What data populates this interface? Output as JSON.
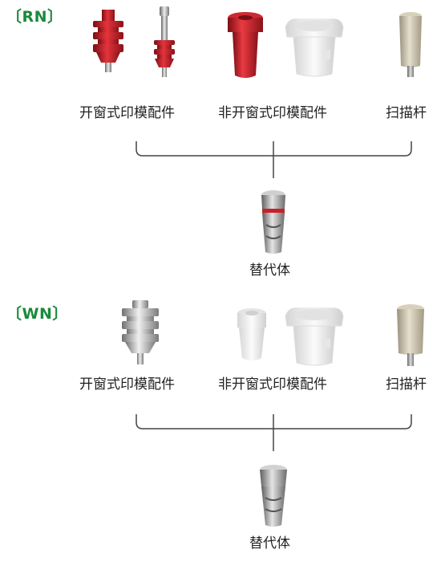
{
  "sections": [
    {
      "id": "rn",
      "label": "〔RN〕",
      "captions": {
        "open_tray": "开窗式印模配件",
        "closed_tray": "非开窗式印模配件",
        "scan_body": "扫描杆"
      },
      "result": "替代体"
    },
    {
      "id": "wn",
      "label": "〔WN〕",
      "captions": {
        "open_tray": "开窗式印模配件",
        "closed_tray": "非开窗式印模配件",
        "scan_body": "扫描杆"
      },
      "result": "替代体"
    }
  ],
  "colors": {
    "label_green": "#1a8a3a",
    "rn_part_red": "#c8202a",
    "metal": "#a8a8a8",
    "scan_body_beige": "#cfc6b2",
    "transparent_white": "#f2f2f2"
  }
}
